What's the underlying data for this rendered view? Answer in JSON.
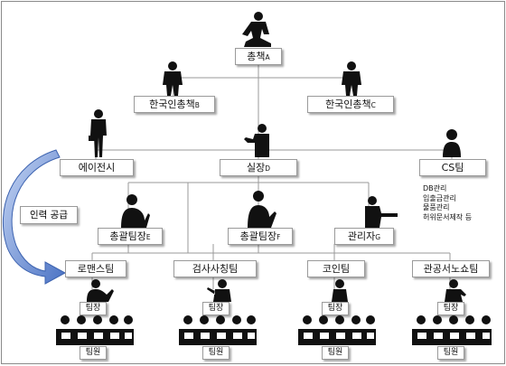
{
  "nodes": {
    "chief": "총책",
    "chief_sub": "A",
    "kr_chief_b": "한국인총책",
    "kr_chief_b_sub": "B",
    "kr_chief_c": "한국인총책",
    "kr_chief_c_sub": "C",
    "agency": "에이전시",
    "director": "실장",
    "director_sub": "D",
    "cs_team": "CS팀",
    "gm_e": "총괄팀장",
    "gm_e_sub": "E",
    "gm_f": "총괄팀장",
    "gm_f_sub": "F",
    "admin": "관리자",
    "admin_sub": "G"
  },
  "supply_label": "인력 공급",
  "cs_tasks": [
    "DB관리",
    "입출금관리",
    "물품관리",
    "허위문서제작 등"
  ],
  "teams": [
    {
      "name": "로맨스팀",
      "leader": "팀장",
      "members": "팀원"
    },
    {
      "name": "검사사칭팀",
      "leader": "팀장",
      "members": "팀원"
    },
    {
      "name": "코인팀",
      "leader": "팀장",
      "members": "팀원"
    },
    {
      "name": "관공서노쇼팀",
      "leader": "팀장",
      "members": "팀원"
    }
  ],
  "colors": {
    "arrow": "#4a72c4",
    "arrow_light": "#9fb8ea",
    "line": "#9a9a9a",
    "silhouette": "#111111"
  }
}
